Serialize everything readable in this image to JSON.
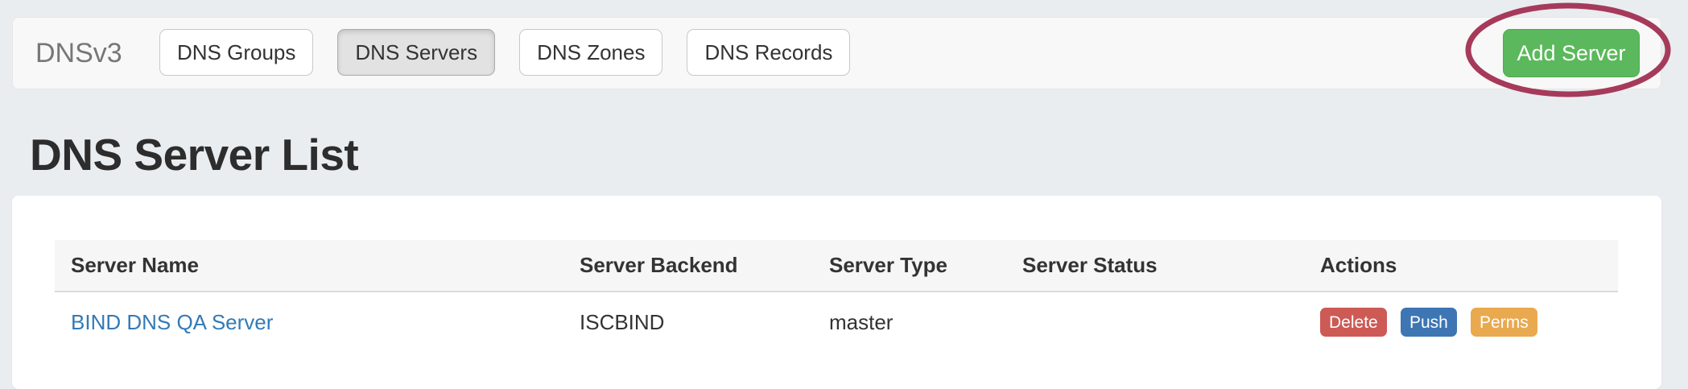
{
  "colors": {
    "page_bg": "#e9edf0",
    "navbar_bg": "#f8f8f8",
    "add_button_green": "#5cb85c",
    "link_blue": "#337ab7",
    "delete_red": "#cd5a55",
    "push_blue": "#3d76b3",
    "perms_orange": "#e9a94f",
    "annotation": "#a63a5a"
  },
  "navbar": {
    "brand": "DNSv3",
    "items": [
      {
        "label": "DNS Groups",
        "active": false
      },
      {
        "label": "DNS Servers",
        "active": true
      },
      {
        "label": "DNS Zones",
        "active": false
      },
      {
        "label": "DNS Records",
        "active": false
      }
    ],
    "add_button": "Add Server"
  },
  "annotation": {
    "shape": "ellipse",
    "color": "#a63a5a"
  },
  "page": {
    "title": "DNS Server List"
  },
  "table": {
    "headers": [
      "Server Name",
      "Server Backend",
      "Server Type",
      "Server Status",
      "Actions"
    ],
    "rows": [
      {
        "name": "BIND DNS QA Server",
        "backend": "ISCBIND",
        "type": "master",
        "status": "",
        "actions": [
          "Delete",
          "Push",
          "Perms"
        ]
      }
    ]
  }
}
